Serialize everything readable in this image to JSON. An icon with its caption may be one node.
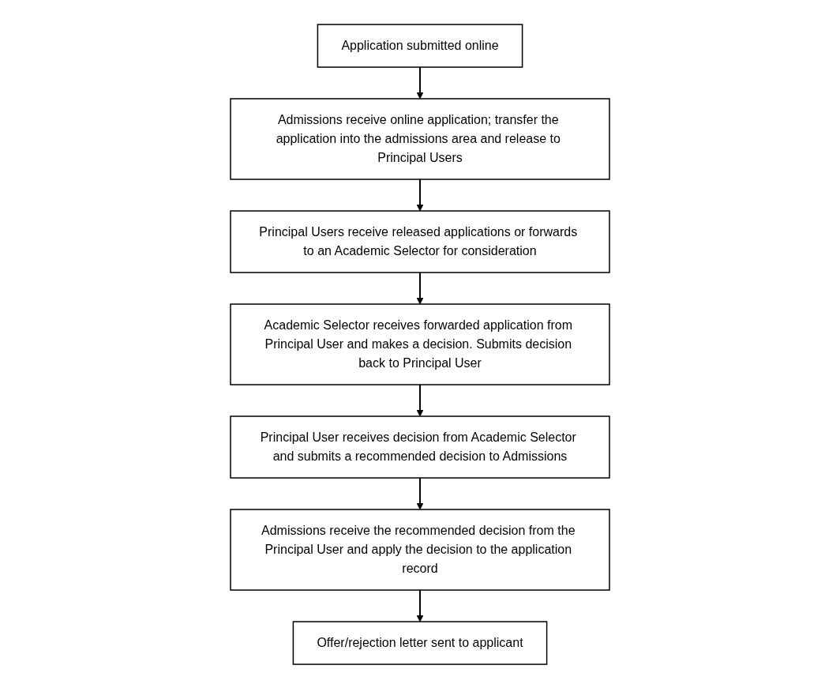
{
  "diagram": {
    "nodes": [
      {
        "text": [
          "Application submitted online"
        ]
      },
      {
        "text": [
          "Admissions receive online application; transfer the application into the admissions area and release to Principal Users"
        ]
      },
      {
        "text": [
          "Principal Users receive released applications or forwards to an Academic Selector for consideration"
        ]
      },
      {
        "text": [
          "Academic Selector receives forwarded application from Principal User and makes a decision. Submits decision back to Principal User"
        ]
      },
      {
        "text": [
          "Principal User receives decision from Academic Selector and submits a recommended decision to Admissions"
        ]
      },
      {
        "text": [
          "Admissions receive the recommended decision from the Principal User and apply the decision to the application record"
        ]
      },
      {
        "text": [
          "Offer/rejection letter sent to applicant"
        ]
      }
    ],
    "edges": [
      {
        "from": 0,
        "to": 1,
        "arrow": "to"
      },
      {
        "from": 1,
        "to": 2,
        "arrow": "to"
      },
      {
        "from": 2,
        "to": 3,
        "arrow": "to"
      },
      {
        "from": 3,
        "to": 4,
        "arrow": "to"
      },
      {
        "from": 4,
        "to": 5,
        "arrow": "to"
      },
      {
        "from": 5,
        "to": 6,
        "arrow": "to"
      }
    ]
  }
}
